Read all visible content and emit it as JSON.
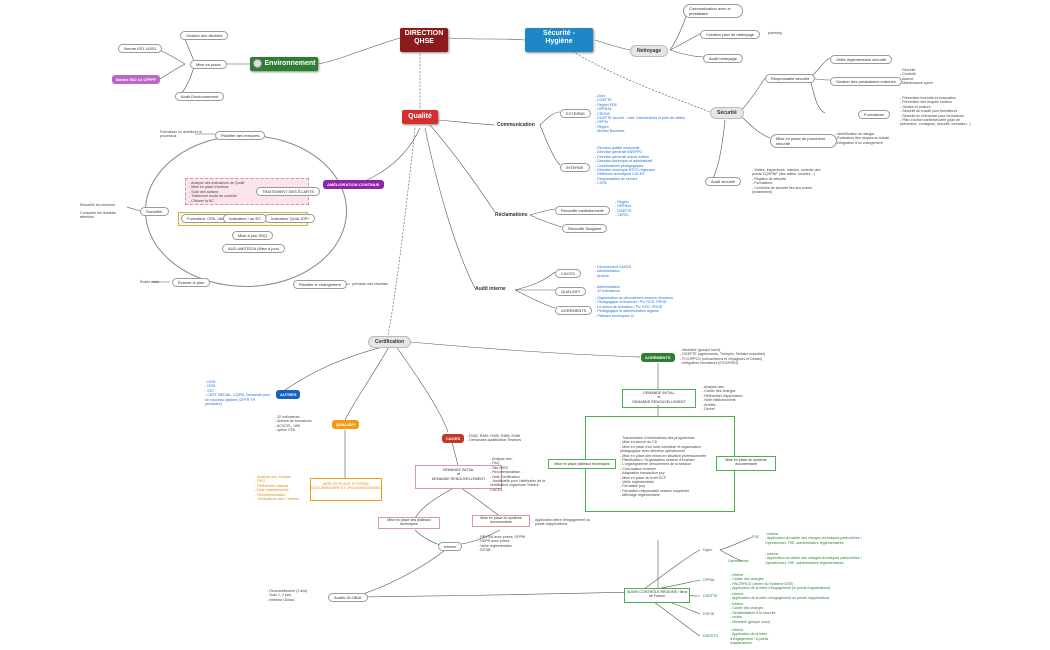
{
  "center": {
    "label": "DIRECTION\nQHSE",
    "color": "#8b1a1a"
  },
  "environnement": {
    "label": "Environnement",
    "color": "#2e7d32",
    "mise_en_place": "Mise en place",
    "gestion_dechets": "Gestion des déchets",
    "audit": "Audit Environnement",
    "norme_iso": "Norme ISO 14001",
    "norme_iso_2": "Norme ISO 14 CFFFF"
  },
  "securite_hygiene": {
    "label": "Sécurité -\nHygiène",
    "color": "#1e88c7",
    "nettoyage": "Nettoyage",
    "communication_prestataire": "Communication avec le prestataire",
    "creation_plan": "Création plan de nettoyage",
    "creation_plan_note": "planning",
    "audit_nettoyage": "Audit nettoyage",
    "securite": "Sécurité",
    "responsable_securite": "Responsable sécurité",
    "veille": "Veille réglementaire sécurité",
    "gestion_prest": "Gestion des prestataires externes",
    "gestion_prest_items": [
      "Sécurité",
      "Contrôle",
      "Alarme",
      "Maintenance sprint"
    ],
    "formations": "Formations",
    "formations_items": [
      "Prévention incendie et évacuation",
      "Prévention des risques routiers",
      "Gestes et posture",
      "Sécurité au travail pour formateurs",
      "Sécurité en entreprise pour formateurs",
      "Plan d'action santé/sécurité (plan de prévention, consignes, sécurité, formation...)"
    ],
    "mise_en_place_procedures": "Mise en place de procédure sécurité",
    "procedures_items": [
      "Identification du danger",
      "Évaluation des risques au travail",
      "Intégration d'un changement"
    ],
    "audit_securite": "Audit sécurité",
    "audit_items": [
      "Visites, inspections, mission, contrôle des points CQSPNP (des salles, couloirs…)",
      "Registre de sécurité",
      "Formations",
      "Contrôles de sécurité liés aux points (notamment)"
    ]
  },
  "qualite": {
    "label": "Qualité",
    "color": "#d32f2f",
    "communication": "Communication",
    "externe": "EXTERNE",
    "externe_items": [
      "Zoho",
      "DGEFTE",
      "Région PDE",
      "OPÉRAL",
      "CRONC",
      "DGEFTE Accord - Liste, Interventions et plan de visites",
      "OPPM",
      "Région",
      "Mindful Business"
    ],
    "interne": "INTERNE",
    "interne_items": [
      "Réunion qualité mensuelle",
      "Direction générale ANSPPO",
      "Direction générale autres entités",
      "Direction technique et administratif",
      "Coordinateurs pédagogiques",
      "Direction technique BTCS régionaux",
      "Référents techniques CACES",
      "Responsables de service",
      "CSSE"
    ],
    "reclamations": "Réclamations",
    "recueil_institutionnel": "Recueillir institutionnelle",
    "recueil_items": [
      "Région",
      "OPÉRAL",
      "DGEFTE",
      "CERCL"
    ],
    "recueil_stagiaire": "Recueillir Stagiaire",
    "audit_interne": "Audit interne",
    "caces": "CACES",
    "caces_items": [
      "Déroulement CACES",
      "Administration",
      "Archive"
    ],
    "qualiopi": "QUALIOPI",
    "qualiopi_items": [
      "Administration",
      "32 Indicateurs"
    ],
    "agrements": "AGRÉMENTS",
    "agrements_items": [
      "Organisation du déroulement session d'examen",
      "Pédagogique et financier / PV, RCD, PROD",
      "Le action de formation / PV, RCD, PROD",
      "Pédagogique et administration régions",
      "Plateaux techniques CI"
    ]
  },
  "amelioration": {
    "tag": "AMÉLIORATION CONTINUE",
    "tag_color": "#8e24aa",
    "planifier": "Planifier des mesures",
    "formaliser": "Formaliser ou améliorer le processus",
    "surveiller": "Surveiller",
    "recueillir": "Recueillir les données",
    "comparer": "Comparer les résultats attendus",
    "evaluer": "Évaluer le plan",
    "ecarts": "Écarts réels",
    "planifier_changement": "Planifier le changement",
    "prevision": "prévision des résultats",
    "pink_items": [
      "Analyse des indicateurs de Qualif",
      "Mise en place d'actions",
      "Suivi des actions",
      "Traitement mode de contrôle",
      "Clôturer la NC"
    ],
    "traitement": "TRAITEMENT DES ÉCARTS",
    "formation_cpa": "Formation: CPA, VAE",
    "indicateur_ec": "Indicateur / au EC",
    "indicateur_qualiopi": "Indicateur QUALIOPI",
    "mise_jour": "Mise à jour SDQ",
    "aud_amsteza": "AUD AMSTEZA (Mise à jour)"
  },
  "certification": {
    "label": "Certification",
    "autres": "AUTRES",
    "autres_color": "#1565c0",
    "autres_items": [
      "ISO9",
      "ISO5",
      "SST",
      "CERT MEDIAL, CQPM, Demande pour un nouveau diplôme (OFFR TP, provisoire)"
    ],
    "qualiopi": "QUALIOPI",
    "qualiopi_color": "#f39c12",
    "qualiopi_items": [
      "32 indicateurs",
      "Actions de formations",
      "ACSCPL, VAE",
      "option CFA"
    ],
    "qualiopi_box": "MISE EN PLACE SYSTÈME DOCUMENTAIRE ET ORGANISATIONNEL",
    "qualiopi_box_items": [
      "Analyse des: Analyse",
      "RPQ",
      "Référentiel national",
      "Note institutionnelle",
      "Recommandation",
      "Vérifications des 7 critères"
    ],
    "caces": "CACES",
    "caces_color": "#c0392b",
    "caces_items": [
      "R482, R489, R490, R485, R486",
      "Demandes qualification Testeurs"
    ],
    "caces_demande": "DEMANDE INITIAL\net\nDEMANDE RENOUVELLEMENT",
    "caces_analyse": [
      "Analyse des:",
      "FAQ",
      "Site INRS",
      "Recommandation",
      "Note Certification",
      "Justificatifs pour l'attribution de la certification organisme Testeur CACES"
    ],
    "caces_plateau": "Mise en place des plateaux techniques",
    "caces_doc": "Mise en place du système documentaire",
    "caces_application": "Application lettre d'engagement ou points d'applications",
    "caces_interne": "Interne",
    "caces_interne_items": [
      "REVISA avec prises; OPPM",
      "REPR avec prises",
      "Veille réglementaire",
      "RGSB"
    ],
    "audits_global": "Audits GLOBAL",
    "audits_global_items": [
      "Renouvellement (3 ans)",
      "Suivi 1, 2 (an)",
      "Intérieur Global"
    ]
  },
  "agrements": {
    "tag": "AGRÉMENTS",
    "tag_color": "#2e7d32",
    "items": [
      "Ministère (groupe louro)",
      "DGEFTE (agréements, Tremplin, Tertiaire industriel)",
      "FC/OPPCO (mécaniciens et Voyageurs et Dessin)",
      "Intégration formateurs (FCO/FIMO)"
    ],
    "demande": "DEMANDE INITIAL\net\nDEMANDE RENOUVELLEMENT",
    "analyse": [
      "Analyse des:",
      "Cahier des charges",
      "Référentiel d'application",
      "Note institutionnelle",
      "Arrêtés",
      "Décret"
    ],
    "plateau": "Mise en place plateaux techniques",
    "doc": "Mise en place du système documentaire",
    "center_items": [
      "Transmission d'informations des programmes",
      "Mise en œuvre du CD",
      "Mise en place d'un suivi individuel et organisation pédagogique avec direction opérationnel",
      "Mise en place des mises en situation professionnelle",
      "Planification / Organisation session d'examen",
      "L'organigramme déroulement de la session",
      "Convocation examen",
      "Adaptation transaction jury",
      "Mise en place du livret ECF",
      "Veille réglementaire",
      "Formation jury",
      "Formation responsable session suppléant",
      "Affichage réglementaire"
    ],
    "suivi": "SUIVIS CONTRÔLE RÉGIONS / lieux de France",
    "dgion": "Dgion",
    "fse": "FSE",
    "fse_items": [
      "Interne",
      "Application du cahier des charges techniques particulières / Opérationnel, FSE, administrative réglementaires"
    ],
    "operationnel": "Opérationnel",
    "operationnel_items": [
      "Interne",
      "Application du cahier des charges techniques particulières / Opérationnel, FSE, administrative réglementaires"
    ],
    "opral": "OPRAL",
    "opral_items": [
      "Interne",
      "Cahier des charges",
      "RNCP/RCO (critère du Système DGE)",
      "Application de la lettre d'engagement (si points d'applications)"
    ],
    "dgefte": "DGEFTE",
    "dgefte_items": [
      "Interne",
      "Application de la lettre d'engagement ou points d'applications"
    ],
    "dgfin": "DGFIN",
    "dgfin_items": [
      "Interne",
      "Cahier des charges",
      "Sensibilisation à la sécurité",
      "routier",
      "Ministère (groupe louro)"
    ],
    "dgests": "DGESTS",
    "dgests_items": [
      "Interne",
      "Application de la lettre d'engagement / à points d'applications"
    ]
  }
}
